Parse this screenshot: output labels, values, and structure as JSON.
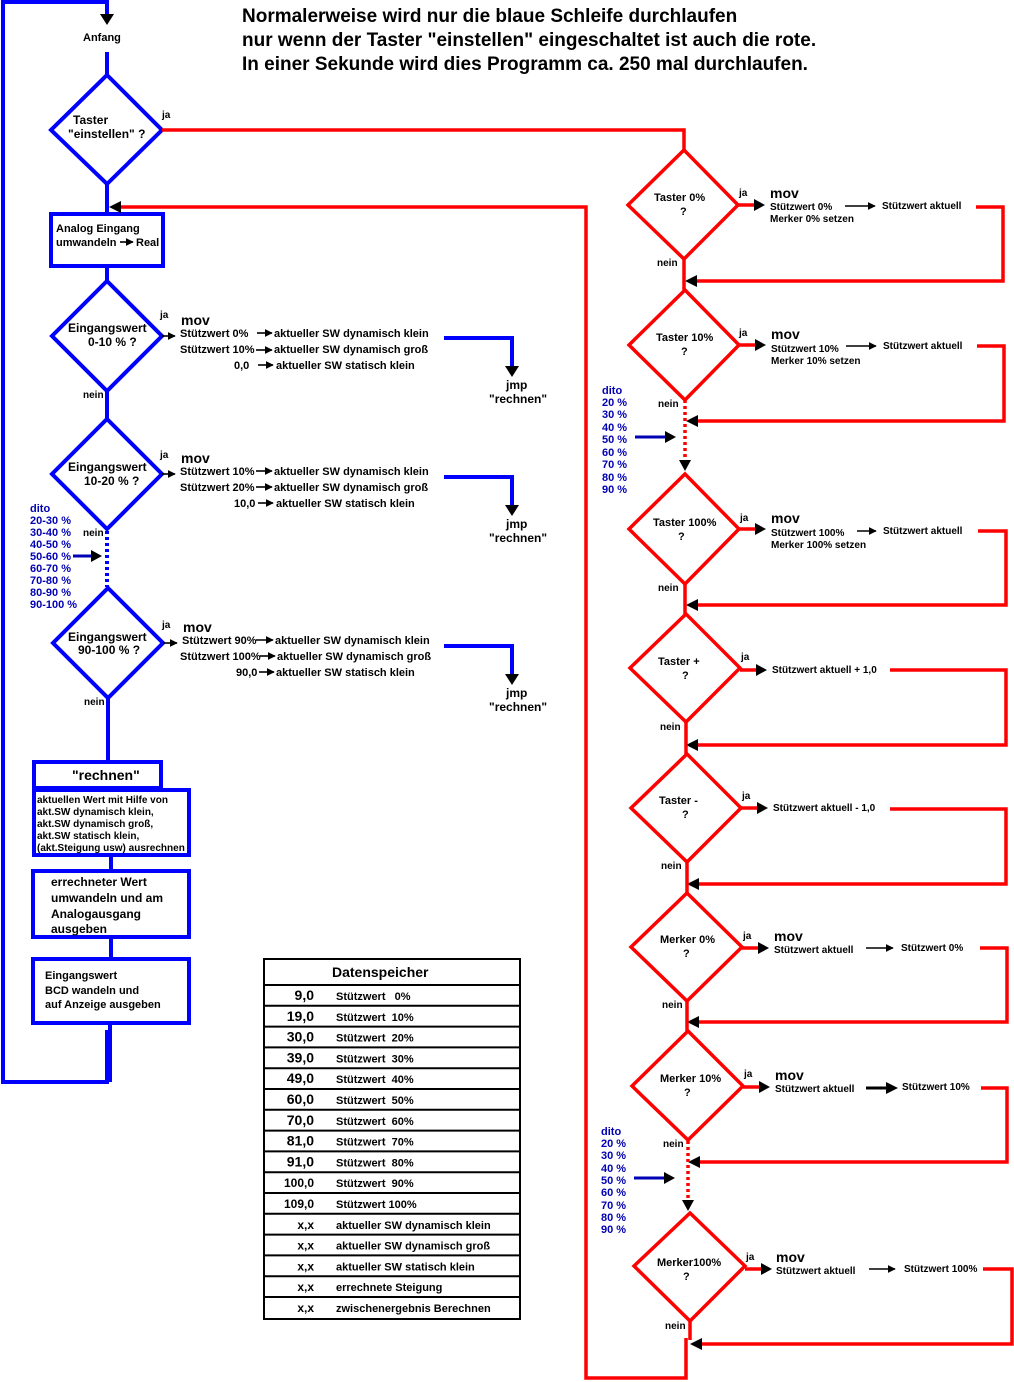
{
  "header": {
    "lines": [
      "Normalerweise wird nur die blaue Schleife durchlaufen",
      "nur wenn der Taster \"einstellen\" eingeschaltet ist auch die rote.",
      "In einer Sekunde wird dies Programm ca. 250 mal durchlaufen."
    ]
  },
  "colors": {
    "blue_loop": "#0000ff",
    "red_loop": "#ff0000",
    "dito_text": "#0000b4"
  },
  "labels": {
    "ja": "ja",
    "nein": "nein",
    "mov": "mov",
    "dito": "dito",
    "jmp": "jmp",
    "rechnen_q": "\"rechnen\""
  },
  "blue": {
    "start": "Anfang",
    "taster_einstellen": [
      "Taster",
      "\"einstellen\" ?"
    ],
    "analog": [
      "Analog Eingang",
      "umwandeln",
      "Real"
    ],
    "decisions": [
      {
        "label": [
          "Eingangswert",
          "0-10 % ?"
        ],
        "rows": [
          [
            "Stützwert 0%",
            "aktueller SW dynamisch klein"
          ],
          [
            "Stützwert 10%",
            "aktueller SW dynamisch groß"
          ],
          [
            "0,0",
            "aktueller SW statisch klein"
          ]
        ]
      },
      {
        "label": [
          "Eingangswert",
          "10-20 % ?"
        ],
        "rows": [
          [
            "Stützwert 10%",
            "aktueller SW dynamisch klein"
          ],
          [
            "Stützwert 20%",
            "aktueller SW dynamisch groß"
          ],
          [
            "10,0",
            "aktueller SW statisch klein"
          ]
        ]
      },
      {
        "label": [
          "Eingangswert",
          "90-100 % ?"
        ],
        "rows": [
          [
            "Stützwert 90%",
            "aktueller SW dynamisch klein"
          ],
          [
            "Stützwert 100%",
            "aktueller SW dynamisch groß"
          ],
          [
            "90,0",
            "aktueller SW statisch klein"
          ]
        ]
      }
    ],
    "dito_list": [
      "20-30 %",
      "30-40 %",
      "40-50 %",
      "50-60 %",
      "60-70 %",
      "70-80 %",
      "80-90 %",
      "90-100 %"
    ],
    "rechnen_title": "\"rechnen\"",
    "rechnen_body": [
      "aktuellen Wert mit Hilfe von",
      "akt.SW dynamisch klein,",
      "akt.SW dynamisch groß,",
      "akt.SW statisch klein,",
      "(akt.Steigung usw) ausrechnen"
    ],
    "output_box": [
      "errechneter Wert",
      "umwandeln und am",
      "Analogausgang",
      "ausgeben"
    ],
    "bcd_box": [
      "Eingangswert",
      "BCD wandeln und",
      "auf Anzeige ausgeben"
    ]
  },
  "red": {
    "decisions": [
      {
        "label": [
          "Taster 0%",
          "?"
        ],
        "mov": true,
        "from": "Stützwert 0%",
        "to": "Stützwert aktuell",
        "extra": "Merker 0% setzen"
      },
      {
        "label": [
          "Taster 10%",
          "?"
        ],
        "mov": true,
        "from": "Stützwert 10%",
        "to": "Stützwert aktuell",
        "extra": "Merker 10% setzen"
      },
      {
        "label": [
          "Taster 100%",
          "?"
        ],
        "mov": true,
        "from": "Stützwert 100%",
        "to": "Stützwert aktuell",
        "extra": "Merker 100% setzen"
      },
      {
        "label": [
          "Taster +",
          "?"
        ],
        "mov": false,
        "action": "Stützwert aktuell + 1,0"
      },
      {
        "label": [
          "Taster -",
          "?"
        ],
        "mov": false,
        "action": "Stützwert aktuell - 1,0"
      },
      {
        "label": [
          "Merker 0%",
          "?"
        ],
        "mov": true,
        "from": "Stützwert aktuell",
        "to": "Stützwert 0%"
      },
      {
        "label": [
          "Merker 10%",
          "?"
        ],
        "mov": true,
        "from": "Stützwert aktuell",
        "to": "Stützwert 10%"
      },
      {
        "label": [
          "Merker100%",
          "?"
        ],
        "mov": true,
        "from": "Stützwert aktuell",
        "to": "Stützwert 100%"
      }
    ],
    "dito_list": [
      "20 %",
      "30 %",
      "40 %",
      "50 %",
      "60 %",
      "70 %",
      "80 %",
      "90 %"
    ]
  },
  "datenspeicher": {
    "title": "Datenspeicher",
    "rows": [
      [
        "9,0",
        "Stützwert   0%"
      ],
      [
        "19,0",
        "Stützwert  10%"
      ],
      [
        "30,0",
        "Stützwert  20%"
      ],
      [
        "39,0",
        "Stützwert  30%"
      ],
      [
        "49,0",
        "Stützwert  40%"
      ],
      [
        "60,0",
        "Stützwert  50%"
      ],
      [
        "70,0",
        "Stützwert  60%"
      ],
      [
        "81,0",
        "Stützwert  70%"
      ],
      [
        "91,0",
        "Stützwert  80%"
      ],
      [
        "100,0",
        "Stützwert  90%"
      ],
      [
        "109,0",
        "Stützwert 100%"
      ],
      [
        "x,x",
        "aktueller SW dynamisch klein"
      ],
      [
        "x,x",
        "aktueller SW dynamisch groß"
      ],
      [
        "x,x",
        "aktueller SW statisch klein"
      ],
      [
        "x,x",
        "errechnete Steigung"
      ],
      [
        "x,x",
        "zwischenergebnis Berechnen"
      ]
    ]
  }
}
